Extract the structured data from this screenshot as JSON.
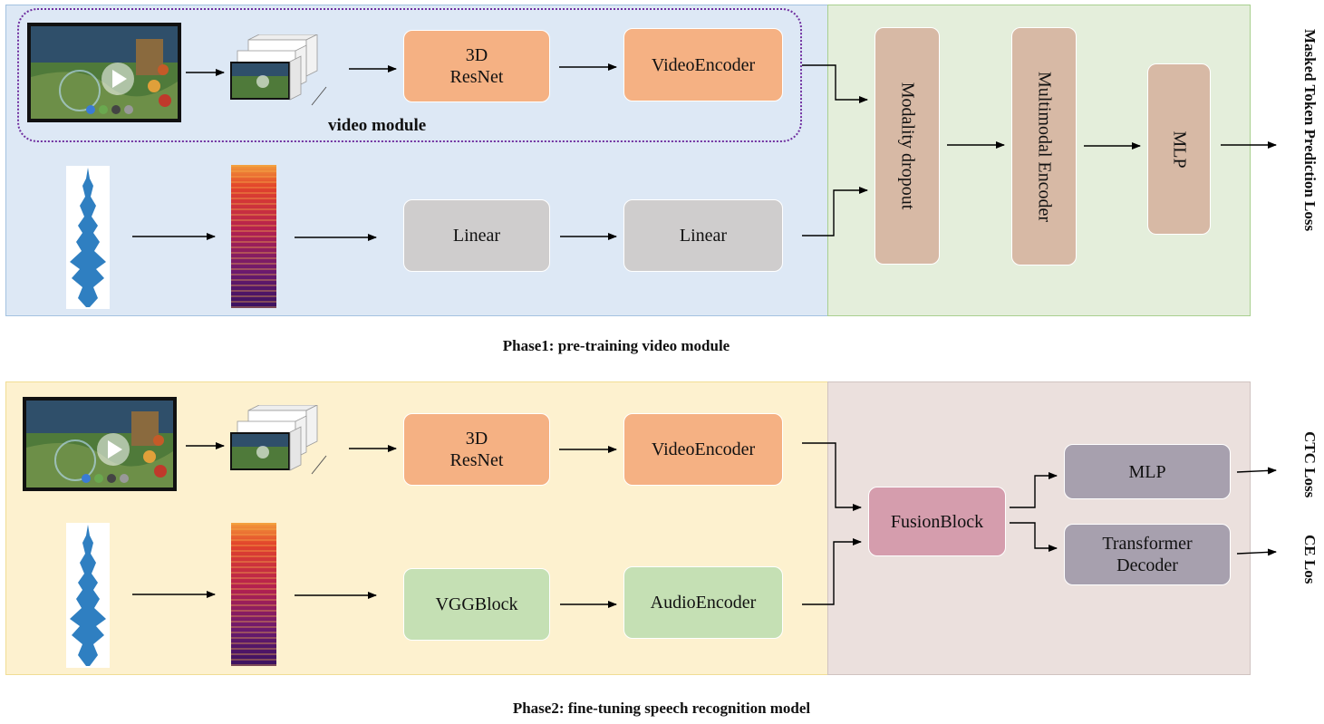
{
  "colors": {
    "phase1_left_bg": "#dde8f5",
    "phase1_left_border": "#a3c2e0",
    "phase1_right_bg": "#e4eedb",
    "phase1_right_border": "#a9cf8f",
    "phase2_left_bg": "#fdf1cf",
    "phase2_left_border": "#f1dd94",
    "phase2_right_bg": "#ebe0dd",
    "phase2_right_border": "#d0c3c0",
    "resnet_fill": "#f5b183",
    "linear_fill": "#cfcdcd",
    "modality_fill": "#d7b9a5",
    "fusion_fill": "#d59dad",
    "purple_fill": "#a7a0ae",
    "green_fill": "#c5e0b4",
    "video_module_border": "#7030a0"
  },
  "phase1": {
    "caption": "Phase1: pre-training video module",
    "video_module_label": "video module",
    "resnet_label": "3D\nResNet",
    "video_encoder_label": "VideoEncoder",
    "linear1_label": "Linear",
    "linear2_label": "Linear",
    "modality_dropout_label": "Modality dropout",
    "multimodal_encoder_label": "Multimodal Encoder",
    "mlp_label": "MLP",
    "loss_label": "Masked Token Prediction Loss"
  },
  "phase2": {
    "caption": "Phase2: fine-tuning speech recognition model",
    "resnet_label": "3D\nResNet",
    "video_encoder_label": "VideoEncoder",
    "vggblock_label": "VGGBlock",
    "audio_encoder_label": "AudioEncoder",
    "fusion_block_label": "FusionBlock",
    "mlp_label": "MLP",
    "transformer_decoder_label": "Transformer\nDecoder",
    "ctc_loss_label": "CTC Loss",
    "ce_loss_label": "CE Los"
  },
  "icons": {
    "video_frame": "game-video-frame-icon",
    "frame_stack": "frame-stack-icon",
    "waveform": "audio-waveform-icon",
    "spectrogram": "spectrogram-icon"
  }
}
